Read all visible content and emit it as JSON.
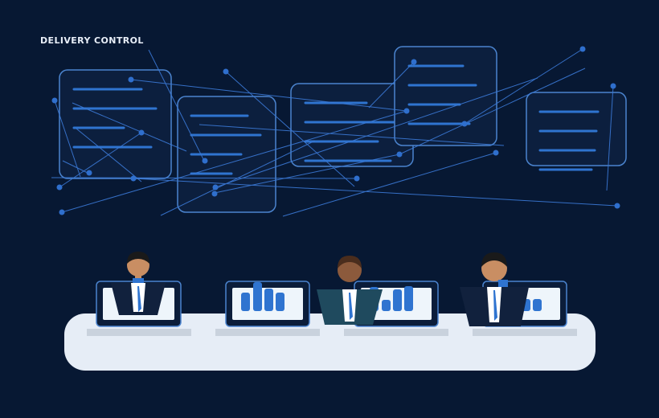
{
  "scene": {
    "title": "DELIVERY CONTROL",
    "colors": {
      "background": "#071833",
      "panel_border": "#4b84cf",
      "panel_line": "#2f74d0",
      "connector_line": "#3b79d6",
      "node": "#2f6fcd",
      "desk": "#e6edf6",
      "desk_shadow": "#c9d2dd",
      "monitor_frame": "#0b1d3a",
      "monitor_screen": "#eef5fb",
      "bar": "#2f74d0",
      "suit_dark": "#11213d",
      "suit_teal": "#1f4a5e",
      "shirt": "#ffffff",
      "tie": "#2f74d0"
    },
    "panels": [
      {
        "name": "ticket-panel-1",
        "lines": 4
      },
      {
        "name": "ticket-panel-2",
        "lines": 4
      },
      {
        "name": "ticket-panel-3",
        "lines": 4
      },
      {
        "name": "ticket-panel-4",
        "lines": 4
      },
      {
        "name": "ticket-panel-5",
        "lines": 4
      }
    ],
    "workstations": [
      {
        "name": "workstation-1",
        "has_person": true
      },
      {
        "name": "workstation-2",
        "has_person": false
      },
      {
        "name": "workstation-3",
        "has_person": true
      },
      {
        "name": "workstation-4",
        "has_person": true
      }
    ]
  }
}
